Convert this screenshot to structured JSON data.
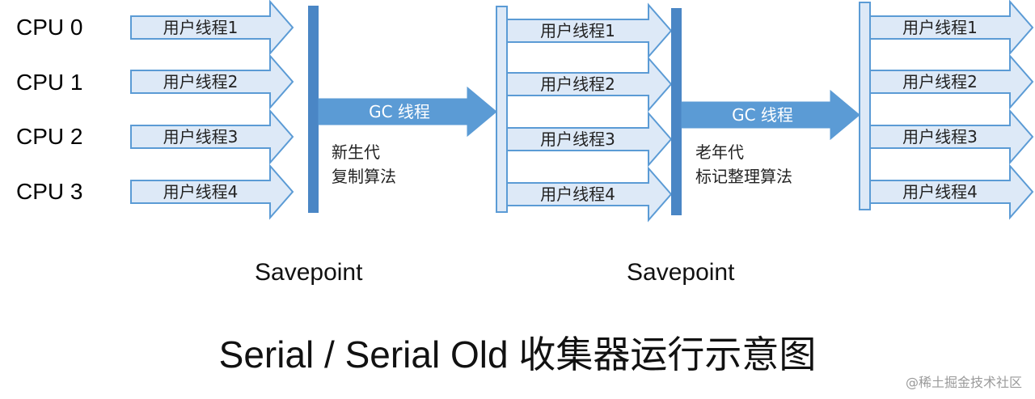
{
  "cpus": [
    "CPU 0",
    "CPU 1",
    "CPU 2",
    "CPU 3"
  ],
  "phase1_threads": [
    "用户线程1",
    "用户线程2",
    "用户线程3",
    "用户线程4"
  ],
  "phase2_threads": [
    "用户线程1",
    "用户线程2",
    "用户线程3",
    "用户线程4"
  ],
  "phase3_threads": [
    "用户线程1",
    "用户线程2",
    "用户线程3",
    "用户线程4"
  ],
  "gc1": {
    "label": "GC 线程",
    "note": "新生代\n复制算法"
  },
  "gc2": {
    "label": "GC 线程",
    "note": "老年代\n标记整理算法"
  },
  "savepoints": [
    "Savepoint",
    "Savepoint"
  ],
  "title": "Serial / Serial Old 收集器运行示意图",
  "watermark": "@稀土掘金技术社区",
  "colors": {
    "arrow_fill": "#dde9f7",
    "arrow_stroke": "#5b9bd5",
    "gc_fill": "#5b9bd5",
    "bar_dark": "#4a86c5"
  }
}
